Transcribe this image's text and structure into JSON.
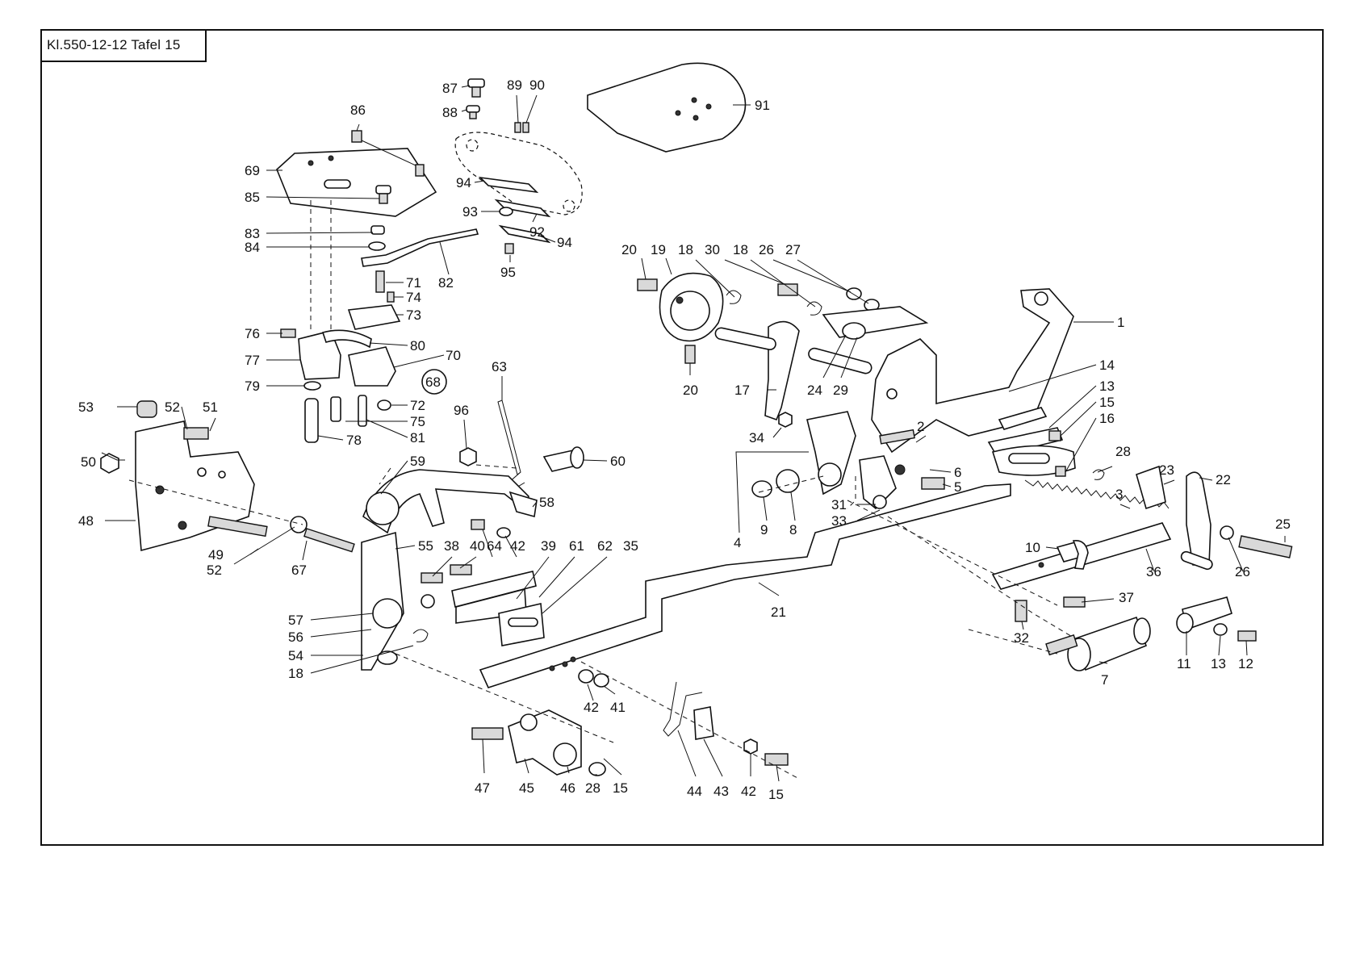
{
  "title": "Kl.550-12-12 Tafel 15",
  "labels": [
    {
      "id": "l87",
      "text": "87"
    },
    {
      "id": "l88",
      "text": "88"
    },
    {
      "id": "l89",
      "text": "89"
    },
    {
      "id": "l90",
      "text": "90"
    },
    {
      "id": "l91",
      "text": "91"
    },
    {
      "id": "l86",
      "text": "86"
    },
    {
      "id": "l69",
      "text": "69"
    },
    {
      "id": "l85",
      "text": "85"
    },
    {
      "id": "l94a",
      "text": "94"
    },
    {
      "id": "l93",
      "text": "93"
    },
    {
      "id": "l92",
      "text": "92"
    },
    {
      "id": "l94b",
      "text": "94"
    },
    {
      "id": "l95",
      "text": "95"
    },
    {
      "id": "l83",
      "text": "83"
    },
    {
      "id": "l84",
      "text": "84"
    },
    {
      "id": "l82",
      "text": "82"
    },
    {
      "id": "l71",
      "text": "71"
    },
    {
      "id": "l74",
      "text": "74"
    },
    {
      "id": "l73",
      "text": "73"
    },
    {
      "id": "l76",
      "text": "76"
    },
    {
      "id": "l80",
      "text": "80"
    },
    {
      "id": "l77",
      "text": "77"
    },
    {
      "id": "l70",
      "text": "70"
    },
    {
      "id": "l79",
      "text": "79"
    },
    {
      "id": "l68",
      "text": "68"
    },
    {
      "id": "l72",
      "text": "72"
    },
    {
      "id": "l75",
      "text": "75"
    },
    {
      "id": "l81",
      "text": "81"
    },
    {
      "id": "l78",
      "text": "78"
    },
    {
      "id": "l63",
      "text": "63"
    },
    {
      "id": "l96",
      "text": "96"
    },
    {
      "id": "l60",
      "text": "60"
    },
    {
      "id": "l59",
      "text": "59"
    },
    {
      "id": "l58",
      "text": "58"
    },
    {
      "id": "l53",
      "text": "53"
    },
    {
      "id": "l52a",
      "text": "52"
    },
    {
      "id": "l51",
      "text": "51"
    },
    {
      "id": "l50",
      "text": "50"
    },
    {
      "id": "l48",
      "text": "48"
    },
    {
      "id": "l49",
      "text": "49"
    },
    {
      "id": "l52b",
      "text": "52"
    },
    {
      "id": "l67",
      "text": "67"
    },
    {
      "id": "l55",
      "text": "55"
    },
    {
      "id": "l38",
      "text": "38"
    },
    {
      "id": "l40",
      "text": "40"
    },
    {
      "id": "l64",
      "text": "64"
    },
    {
      "id": "l42a",
      "text": "42"
    },
    {
      "id": "l39",
      "text": "39"
    },
    {
      "id": "l61",
      "text": "61"
    },
    {
      "id": "l62",
      "text": "62"
    },
    {
      "id": "l35",
      "text": "35"
    },
    {
      "id": "l57",
      "text": "57"
    },
    {
      "id": "l56",
      "text": "56"
    },
    {
      "id": "l54",
      "text": "54"
    },
    {
      "id": "l18c",
      "text": "18"
    },
    {
      "id": "l42b",
      "text": "42"
    },
    {
      "id": "l41",
      "text": "41"
    },
    {
      "id": "l47",
      "text": "47"
    },
    {
      "id": "l45",
      "text": "45"
    },
    {
      "id": "l46",
      "text": "46"
    },
    {
      "id": "l28b",
      "text": "28"
    },
    {
      "id": "l15c",
      "text": "15"
    },
    {
      "id": "l44",
      "text": "44"
    },
    {
      "id": "l43",
      "text": "43"
    },
    {
      "id": "l42c",
      "text": "42"
    },
    {
      "id": "l15d",
      "text": "15"
    },
    {
      "id": "l20a",
      "text": "20"
    },
    {
      "id": "l19",
      "text": "19"
    },
    {
      "id": "l18a",
      "text": "18"
    },
    {
      "id": "l30",
      "text": "30"
    },
    {
      "id": "l18b",
      "text": "18"
    },
    {
      "id": "l26a",
      "text": "26"
    },
    {
      "id": "l27",
      "text": "27"
    },
    {
      "id": "l1",
      "text": "1"
    },
    {
      "id": "l20b",
      "text": "20"
    },
    {
      "id": "l17",
      "text": "17"
    },
    {
      "id": "l24",
      "text": "24"
    },
    {
      "id": "l29",
      "text": "29"
    },
    {
      "id": "l14",
      "text": "14"
    },
    {
      "id": "l13a",
      "text": "13"
    },
    {
      "id": "l15a",
      "text": "15"
    },
    {
      "id": "l16",
      "text": "16"
    },
    {
      "id": "l34",
      "text": "34"
    },
    {
      "id": "l2",
      "text": "2"
    },
    {
      "id": "l6",
      "text": "6"
    },
    {
      "id": "l5",
      "text": "5"
    },
    {
      "id": "l28a",
      "text": "28"
    },
    {
      "id": "l4",
      "text": "4"
    },
    {
      "id": "l9",
      "text": "9"
    },
    {
      "id": "l8",
      "text": "8"
    },
    {
      "id": "l31",
      "text": "31"
    },
    {
      "id": "l33",
      "text": "33"
    },
    {
      "id": "l3",
      "text": "3"
    },
    {
      "id": "l23",
      "text": "23"
    },
    {
      "id": "l22",
      "text": "22"
    },
    {
      "id": "l25",
      "text": "25"
    },
    {
      "id": "l10",
      "text": "10"
    },
    {
      "id": "l36",
      "text": "36"
    },
    {
      "id": "l26b",
      "text": "26"
    },
    {
      "id": "l21",
      "text": "21"
    },
    {
      "id": "l37",
      "text": "37"
    },
    {
      "id": "l32",
      "text": "32"
    },
    {
      "id": "l7",
      "text": "7"
    },
    {
      "id": "l11",
      "text": "11"
    },
    {
      "id": "l13b",
      "text": "13"
    },
    {
      "id": "l12",
      "text": "12"
    }
  ]
}
